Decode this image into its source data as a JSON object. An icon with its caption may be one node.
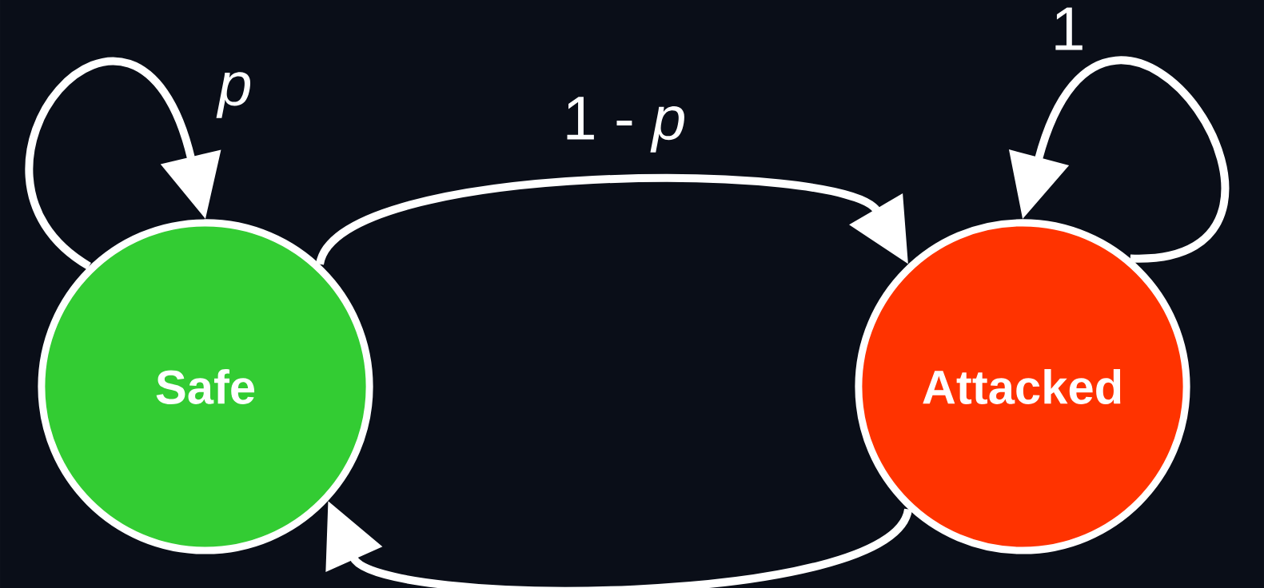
{
  "diagram": {
    "nodes": [
      {
        "text": [
          "Safe"
        ]
      },
      {
        "text": [
          "Attacked"
        ]
      }
    ],
    "edges": [
      {
        "from": 0,
        "to": 0,
        "arrow": "to",
        "label": "p"
      },
      {
        "from": 0,
        "to": 1,
        "arrow": "to",
        "label": "1 - *p*"
      },
      {
        "from": 1,
        "to": 1,
        "arrow": "to",
        "label": "1"
      },
      {
        "from": 1,
        "to": 0,
        "arrow": "to"
      }
    ]
  }
}
